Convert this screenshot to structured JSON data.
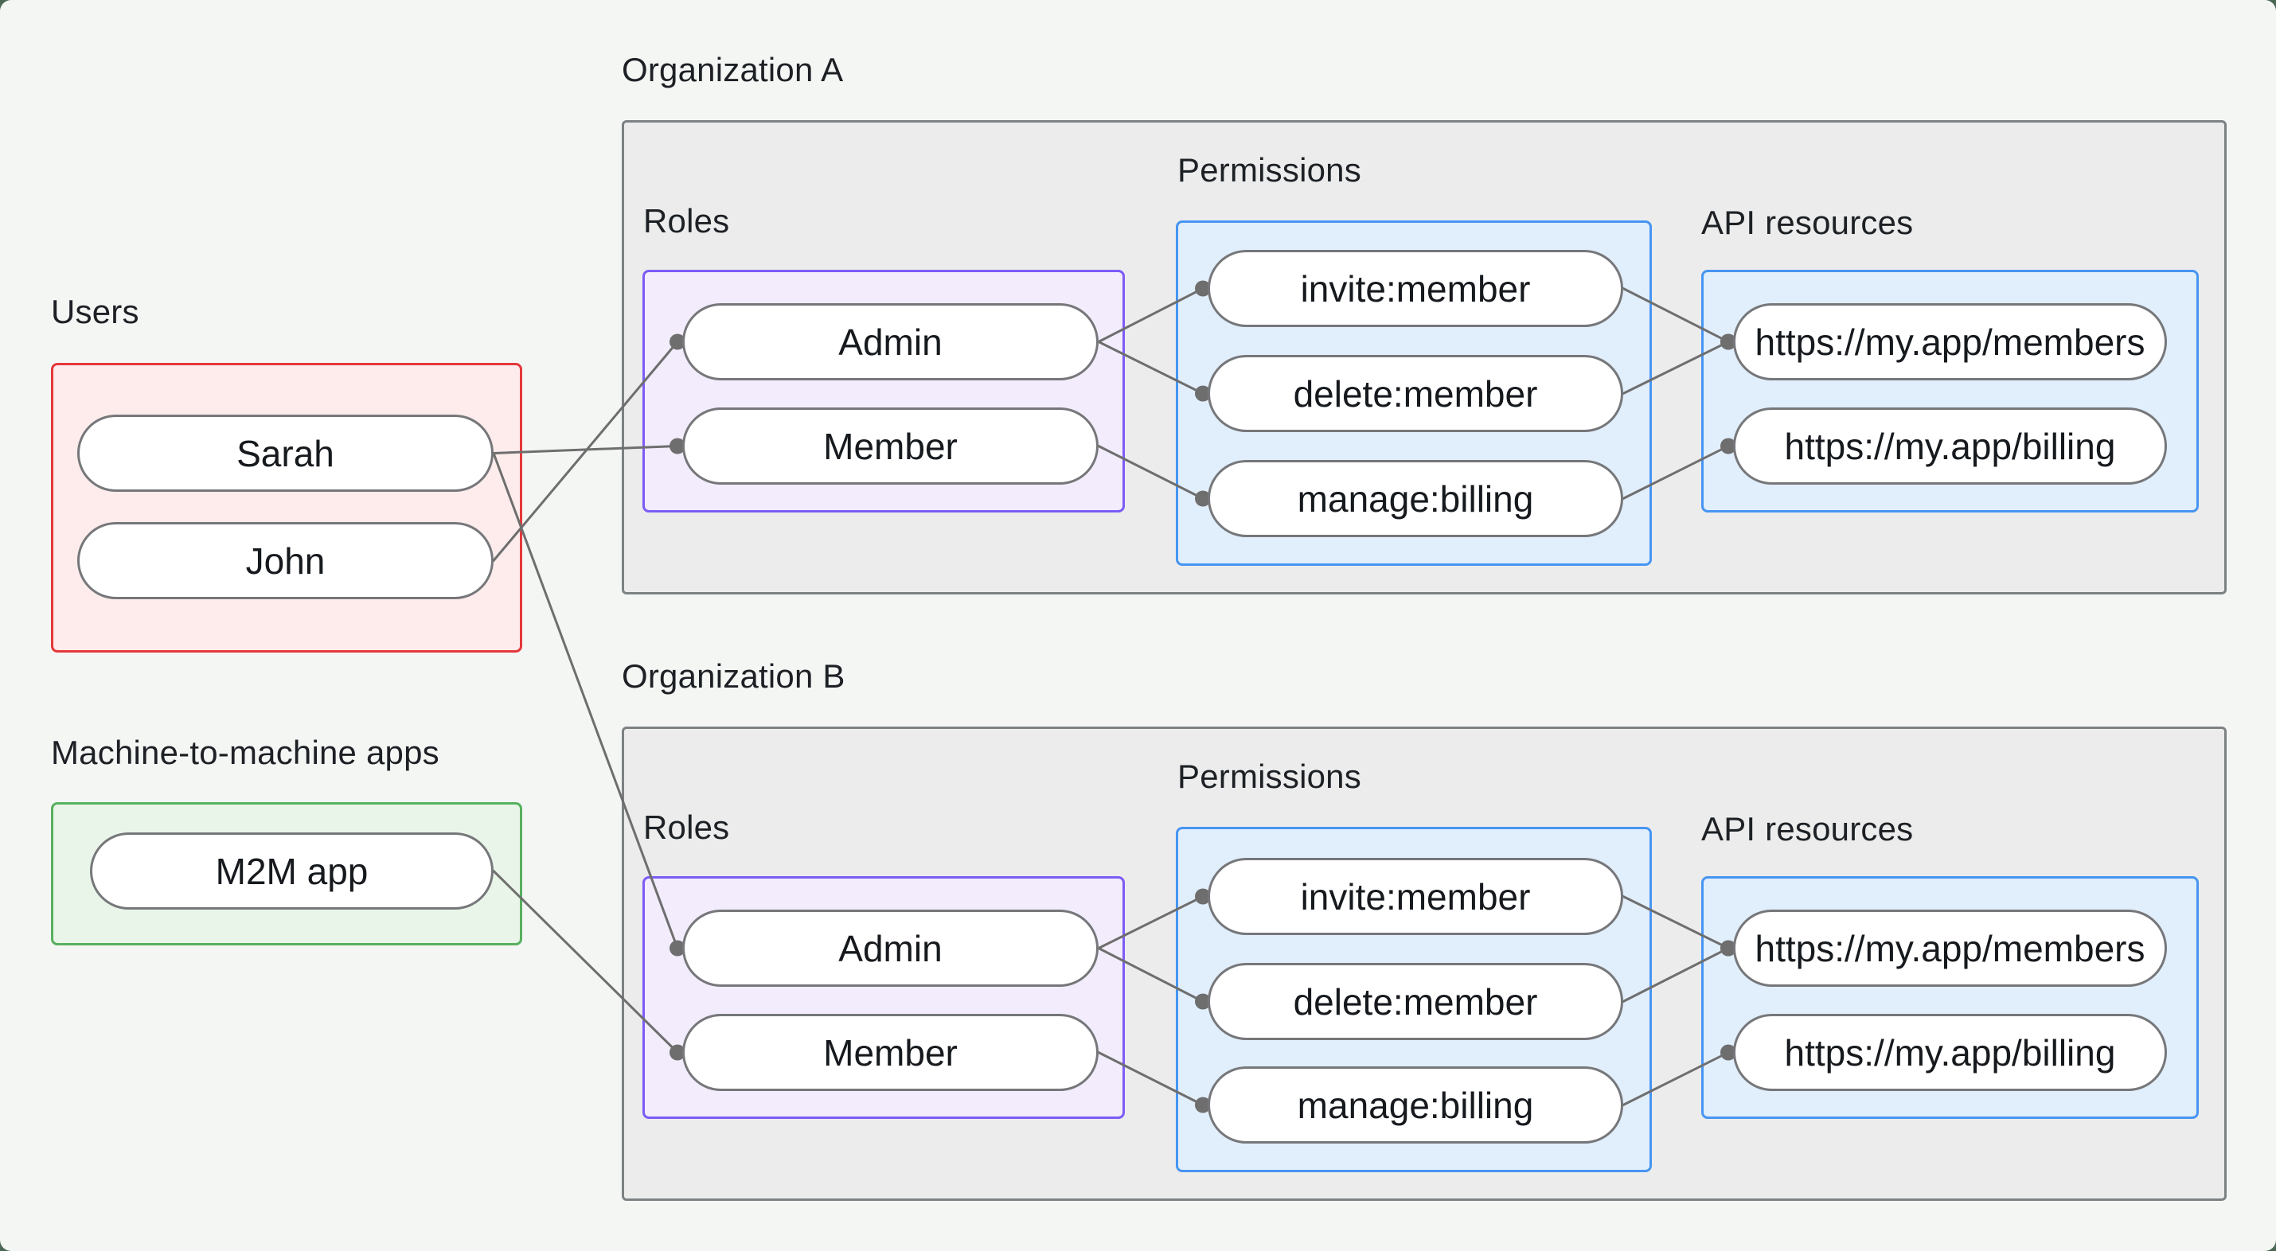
{
  "diagram": {
    "groups": {
      "users": {
        "label": "Users"
      },
      "m2m": {
        "label": "Machine-to-machine apps"
      },
      "org_a": {
        "label": "Organization A"
      },
      "org_b": {
        "label": "Organization B"
      },
      "roles_a": {
        "label": "Roles"
      },
      "perm_a": {
        "label": "Permissions"
      },
      "api_a": {
        "label": "API resources"
      },
      "roles_b": {
        "label": "Roles"
      },
      "perm_b": {
        "label": "Permissions"
      },
      "api_b": {
        "label": "API resources"
      }
    },
    "nodes": {
      "sarah": {
        "label": "Sarah"
      },
      "john": {
        "label": "John"
      },
      "m2m_app": {
        "label": "M2M app"
      },
      "admin_a": {
        "label": "Admin"
      },
      "member_a": {
        "label": "Member"
      },
      "invite_a": {
        "label": "invite:member"
      },
      "delete_a": {
        "label": "delete:member"
      },
      "manage_a": {
        "label": "manage:billing"
      },
      "members_a": {
        "label": "https://my.app/members"
      },
      "billing_a": {
        "label": "https://my.app/billing"
      },
      "admin_b": {
        "label": "Admin"
      },
      "member_b": {
        "label": "Member"
      },
      "invite_b": {
        "label": "invite:member"
      },
      "delete_b": {
        "label": "delete:member"
      },
      "manage_b": {
        "label": "manage:billing"
      },
      "members_b": {
        "label": "https://my.app/members"
      },
      "billing_b": {
        "label": "https://my.app/billing"
      }
    },
    "edges": [
      {
        "from": "sarah",
        "to": "member_a"
      },
      {
        "from": "john",
        "to": "admin_a"
      },
      {
        "from": "sarah",
        "to": "admin_b"
      },
      {
        "from": "m2m_app",
        "to": "member_b"
      },
      {
        "from": "admin_a",
        "to": "invite_a"
      },
      {
        "from": "admin_a",
        "to": "delete_a"
      },
      {
        "from": "member_a",
        "to": "manage_a"
      },
      {
        "from": "invite_a",
        "to": "members_a"
      },
      {
        "from": "delete_a",
        "to": "members_a"
      },
      {
        "from": "manage_a",
        "to": "billing_a"
      },
      {
        "from": "admin_b",
        "to": "invite_b"
      },
      {
        "from": "admin_b",
        "to": "delete_b"
      },
      {
        "from": "member_b",
        "to": "manage_b"
      },
      {
        "from": "invite_b",
        "to": "members_b"
      },
      {
        "from": "delete_b",
        "to": "members_b"
      },
      {
        "from": "manage_b",
        "to": "billing_b"
      }
    ],
    "colors": {
      "background": "#f4f6f4",
      "backdrop": "#4a6854",
      "users_border": "#e5383b",
      "m2m_border": "#57b05f",
      "roles_border": "#7c5cf6",
      "blue_border": "#4795f2",
      "org_fill": "#ececec",
      "org_border": "#7c8184",
      "edge_line": "#6e6e6e",
      "text": "#1d2125"
    }
  }
}
